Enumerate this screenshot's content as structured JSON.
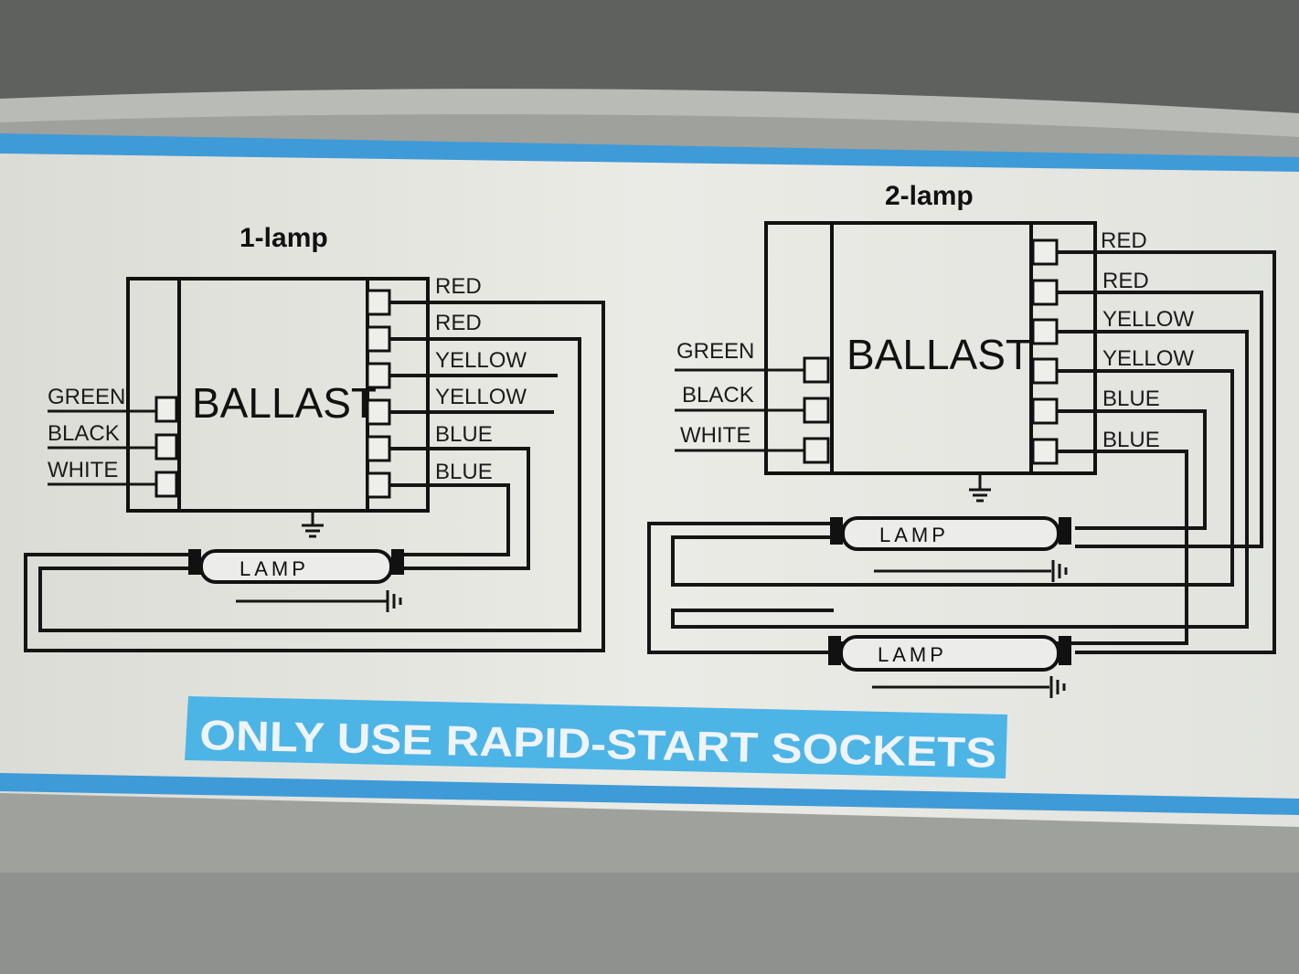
{
  "left": {
    "title": "1-lamp",
    "ballast": "BALLAST",
    "input_wires": [
      "GREEN",
      "BLACK",
      "WHITE"
    ],
    "output_wires": [
      "RED",
      "RED",
      "YELLOW",
      "YELLOW",
      "BLUE",
      "BLUE"
    ],
    "lamp": "LAMP"
  },
  "right": {
    "title": "2-lamp",
    "ballast": "BALLAST",
    "input_wires": [
      "GREEN",
      "BLACK",
      "WHITE"
    ],
    "output_wires": [
      "RED",
      "RED",
      "YELLOW",
      "YELLOW",
      "BLUE",
      "BLUE"
    ],
    "lamps": [
      "LAMP",
      "LAMP"
    ]
  },
  "banner": "ONLY USE RAPID-START SOCKETS",
  "colors": {
    "label_background": "#e8e9e4",
    "stripe": "#3f9ad8",
    "banner": "#4db4e6",
    "ink": "#111111",
    "case": "#9fa29d"
  }
}
